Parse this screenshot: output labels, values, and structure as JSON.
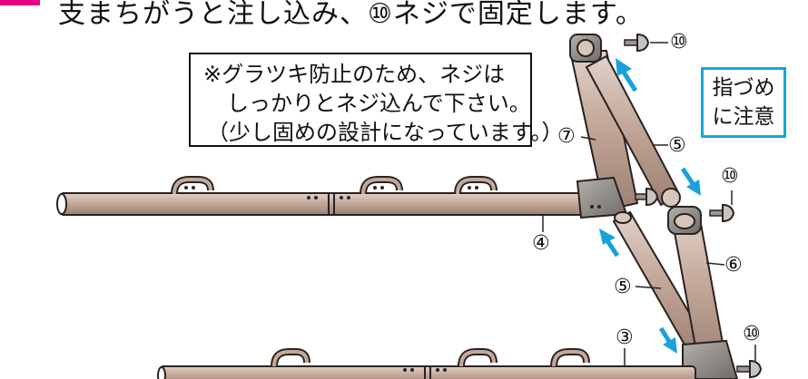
{
  "caption": "支まちがうと注し込み、⑩ネジで固定します。",
  "note": {
    "line1": "※グラツキ防止のため、ネジは",
    "line2": "しっかりとネジ込んで下さい。",
    "line3": "（少し固めの設計になっています。）"
  },
  "warning": {
    "line1": "指づめ",
    "line2": "に注意"
  },
  "labels": {
    "p10a": "⑩",
    "p10b": "⑩",
    "p10c": "⑩",
    "p7": "⑦",
    "p5a": "⑤",
    "p5b": "⑤",
    "p4": "④",
    "p6": "⑥",
    "p3": "③"
  },
  "colors": {
    "pipe": "#c4a99a",
    "pipe_edge": "#2a2222",
    "fitting": "#8e8a86",
    "arrow": "#1aa0dc",
    "accent": "#e4007f"
  }
}
